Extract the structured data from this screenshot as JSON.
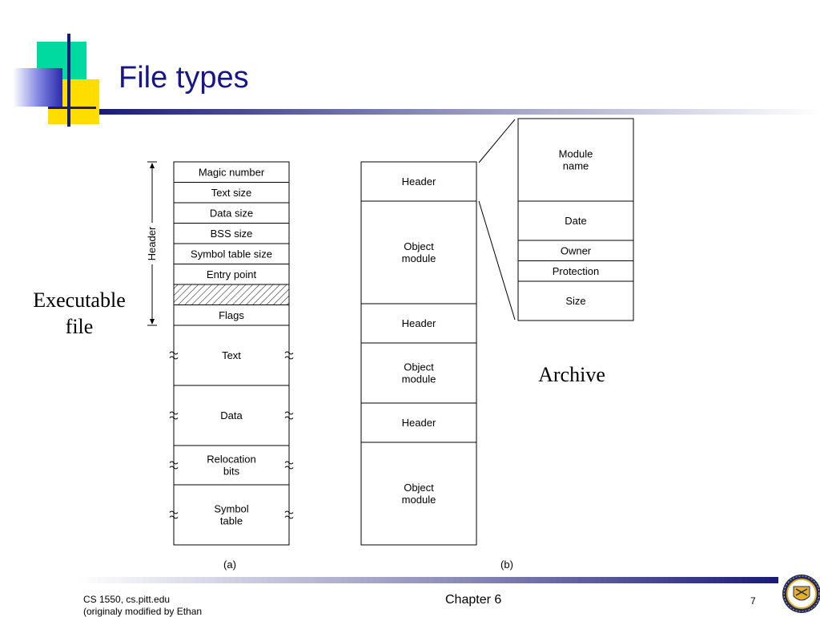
{
  "slide": {
    "title": "File types",
    "exec_label_line1": "Executable",
    "exec_label_line2": "file",
    "archive_label": "Archive"
  },
  "diagram_a": {
    "header_brace_label": "Header",
    "fields": [
      "Magic number",
      "Text size",
      "Data size",
      "BSS size",
      "Symbol table size",
      "Entry point",
      "",
      "Flags"
    ],
    "sections": [
      [
        "Text"
      ],
      [
        "Data"
      ],
      [
        "Relocation",
        "bits"
      ],
      [
        "Symbol",
        "table"
      ]
    ],
    "caption": "(a)"
  },
  "diagram_b": {
    "blocks": [
      [
        "Header"
      ],
      [
        "Object",
        "module"
      ],
      [
        "Header"
      ],
      [
        "Object",
        "module"
      ],
      [
        "Header"
      ],
      [
        "Object",
        "module"
      ]
    ],
    "header_detail": [
      [
        "Module",
        "name"
      ],
      [
        "Date"
      ],
      [
        "Owner"
      ],
      [
        "Protection"
      ],
      [
        "Size"
      ]
    ],
    "caption": "(b)"
  },
  "footer": {
    "course_line1": "CS 1550, cs.pitt.edu",
    "course_line2": "(originaly modified by Ethan",
    "chapter": "Chapter 6",
    "page_number": "7"
  },
  "colors": {
    "title": "#16168a",
    "accent_green": "#00d9a0",
    "accent_yellow": "#ffdd00",
    "accent_blue": "#2a2aaa",
    "logo_navy": "#1c2a6b",
    "logo_gold": "#e6b020"
  }
}
